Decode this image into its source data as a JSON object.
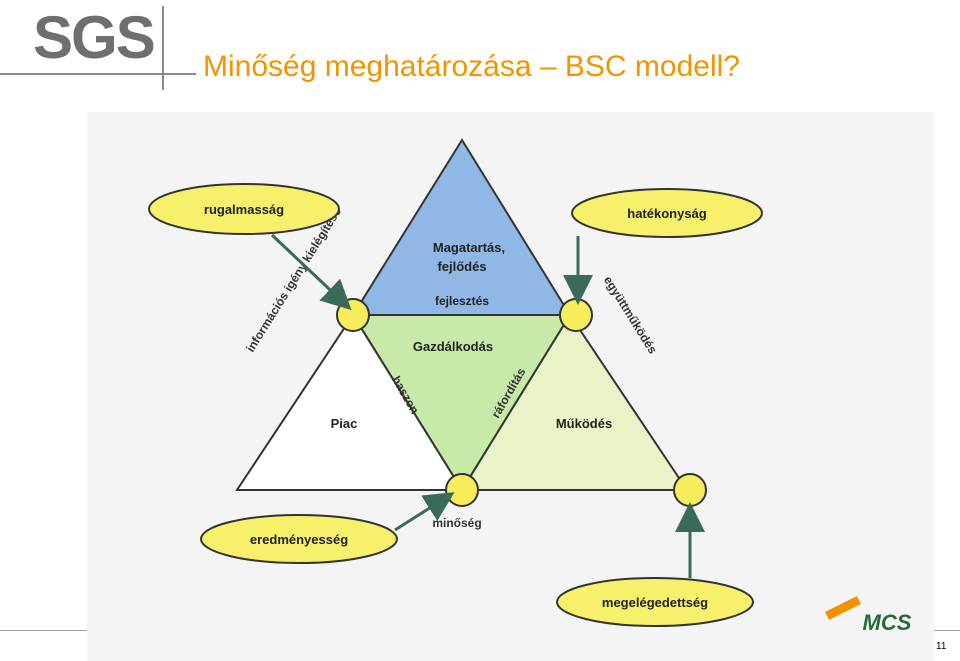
{
  "header": {
    "logo_text": "SGS",
    "title": "Minőség meghatározása – BSC modell?"
  },
  "diagram": {
    "triangles": {
      "top": {
        "label_line1": "Magatartás,",
        "label_line2": "fejlődés",
        "fill": "#8fb8e6"
      },
      "middle": {
        "label": "Gazdálkodás",
        "fill": "#c8eaa8"
      },
      "left": {
        "label": "Piac",
        "fill": "#ffffff"
      },
      "right": {
        "label": "Működés",
        "fill": "#e8f4c8"
      }
    },
    "edges": {
      "fejlesztes": "fejlesztés",
      "haszon": "haszon",
      "raforditas": "ráfordítás",
      "minoseg": "minőség",
      "informacio": "információs igény kielégítése",
      "egyuttmukodes": "együttműködés"
    },
    "ovals": {
      "rugalmassag": "rugalmasság",
      "hatekonysag": "hatékonyság",
      "eredmenyesseg": "eredményesség",
      "megelegedettseg": "megelégedettség"
    },
    "colors": {
      "oval_fill": "#f7f06a",
      "node_fill": "#f7ec5a",
      "arrow": "#3a6a5a"
    },
    "corner_logo": "MCS"
  },
  "footer": {
    "page_number": "11"
  }
}
